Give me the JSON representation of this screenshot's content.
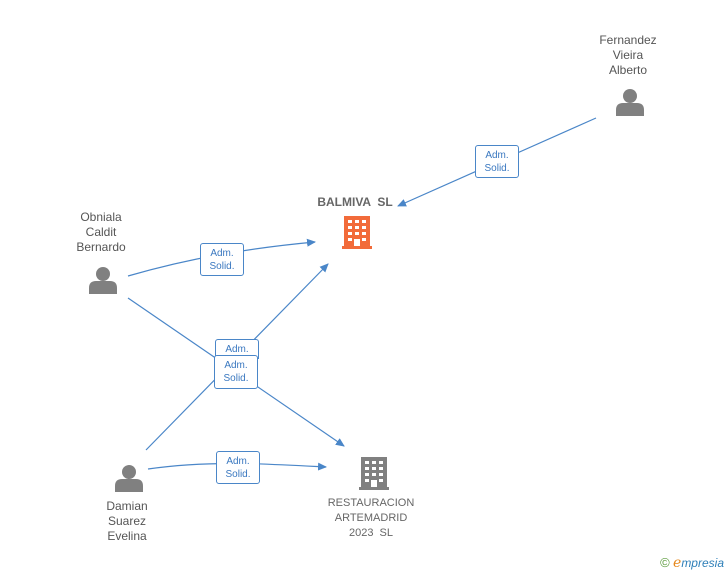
{
  "nodes": {
    "fernandez": {
      "lines": [
        "Fernandez",
        "Vieira",
        "Alberto"
      ]
    },
    "obniala": {
      "lines": [
        "Obniala",
        "Caldit",
        "Bernardo"
      ]
    },
    "damian": {
      "lines": [
        "Damian",
        "Suarez",
        "Evelina"
      ]
    },
    "balmiva": {
      "lines": [
        "BALMIVA  SL"
      ]
    },
    "restauracion": {
      "lines": [
        "RESTAURACION",
        "ARTEMADRID",
        "2023  SL"
      ]
    }
  },
  "edges": [
    {
      "line1": "Adm.",
      "line2": "Solid."
    },
    {
      "line1": "Adm.",
      "line2": "Solid."
    },
    {
      "line1": "Adm.",
      "line2": "Solid."
    },
    {
      "line1": "Adm.",
      "line2": "Solid."
    },
    {
      "line1": "Adm.",
      "line2": "Solid."
    }
  ],
  "brand": {
    "copyright": "©",
    "initial": "e",
    "name": "mpresia"
  },
  "colors": {
    "edge": "#4a86c8",
    "person": "#808080",
    "company_main": "#f26b3a",
    "company_other": "#808080"
  }
}
